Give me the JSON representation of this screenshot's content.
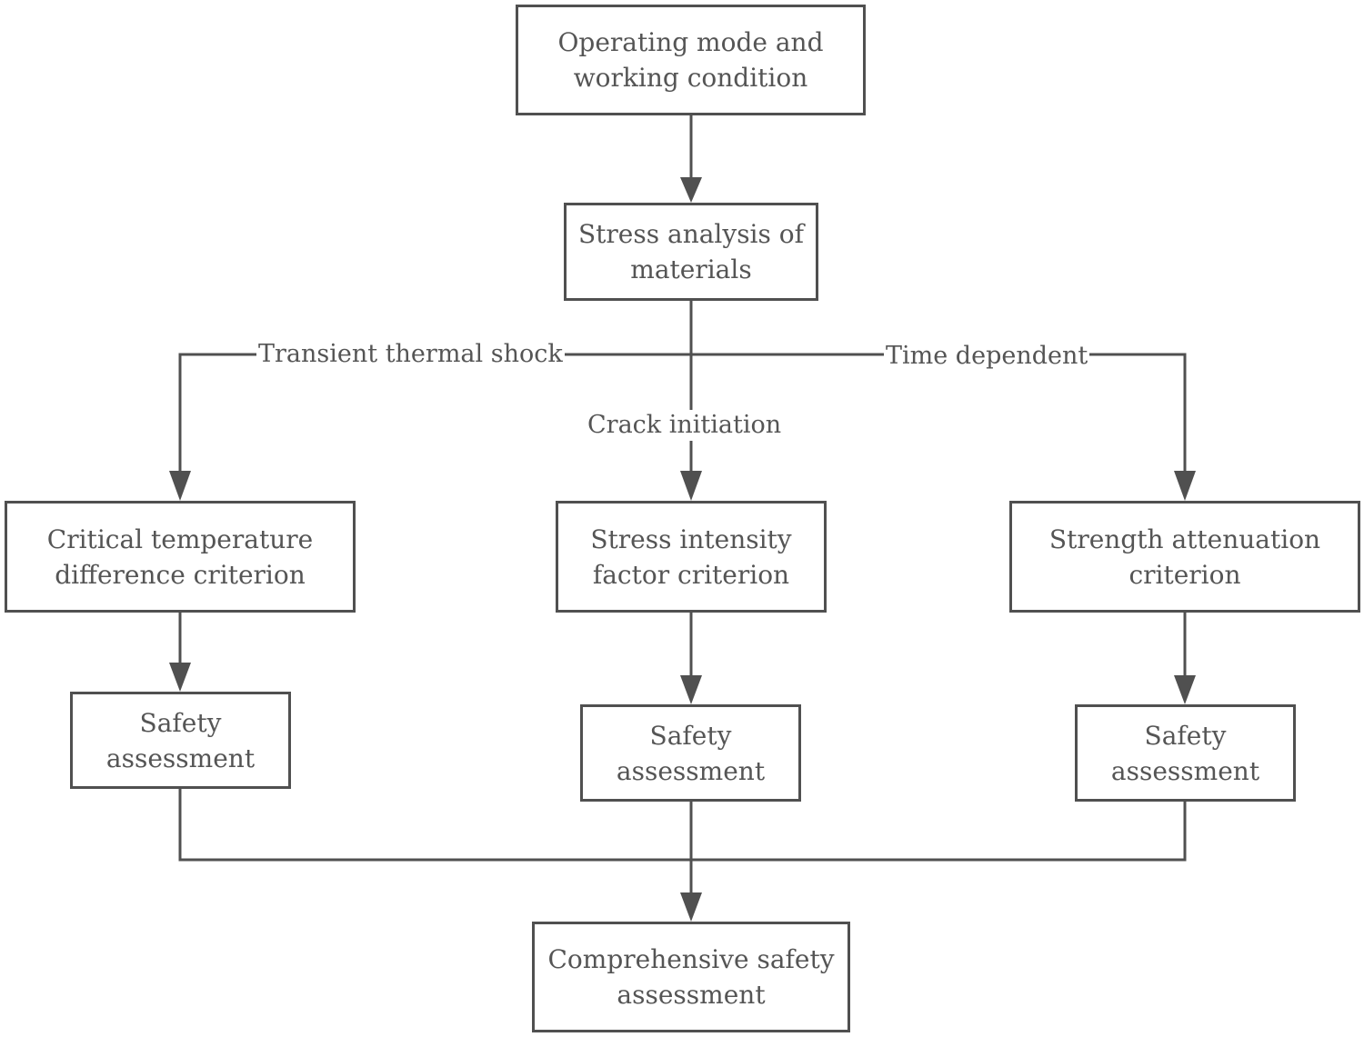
{
  "colors": {
    "stroke": "#505050",
    "text": "#555555",
    "background": "#ffffff"
  },
  "nodes": {
    "operating_mode": "Operating mode and\nworking condition",
    "stress_analysis": "Stress analysis of\nmaterials",
    "critical_temperature": "Critical temperature\ndifference criterion",
    "stress_intensity": "Stress intensity\nfactor criterion",
    "strength_attenuation": "Strength attenuation\ncriterion",
    "safety_left": "Safety\nassessment",
    "safety_middle": "Safety\nassessment",
    "safety_right": "Safety\nassessment",
    "comprehensive": "Comprehensive safety\nassessment"
  },
  "edge_labels": {
    "transient": "Transient thermal shock",
    "crack": "Crack initiation",
    "time": "Time dependent"
  }
}
